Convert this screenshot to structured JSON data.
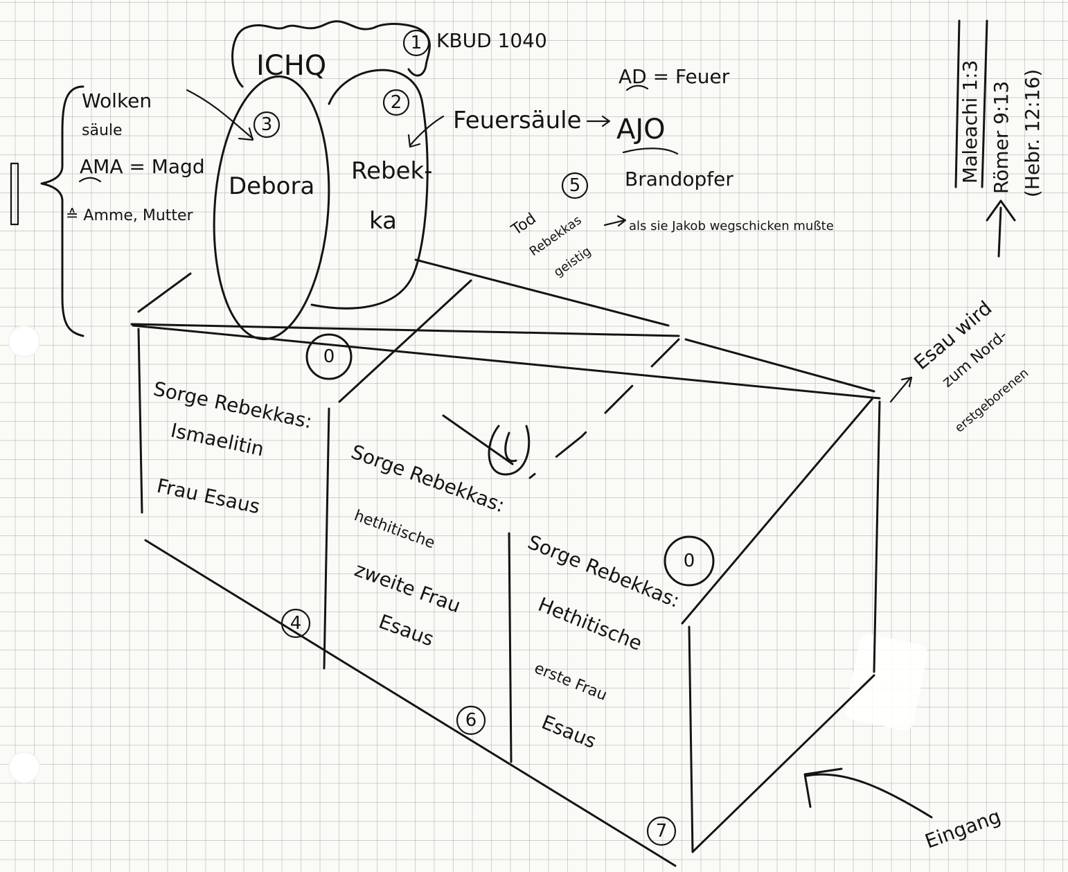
{
  "hut": {
    "label": "ICHQ",
    "note": "KBUD 1040"
  },
  "left_bracket": {
    "line1": "Wolken",
    "line2": "säule",
    "line3": "AMA = Magd",
    "line4": "≙ Amme, Mutter"
  },
  "ovals": {
    "left": "Debora",
    "right_1": "Rebek-",
    "right_2": "ka"
  },
  "fire": {
    "label": "Feuersäule",
    "top_note": "AD = Feuer",
    "word": "AJO",
    "bottom_note": "Brandopfer"
  },
  "death": {
    "line1": "Tod",
    "line2": "Rebekkas",
    "line3": "geistig",
    "note": "als sie Jakob wegschicken mußte"
  },
  "references": {
    "r1": "Maleachi 1:3",
    "r2": "Römer 9:13",
    "r3": "(Hebr. 12:16)"
  },
  "esau_note": {
    "line1": "Esau wird",
    "line2": "zum Nord-",
    "line3": "erstgeborenen"
  },
  "panels": {
    "p1": {
      "l1": "Sorge Rebekkas:",
      "l2": "Ismaelitin",
      "l3": "Frau Esaus"
    },
    "p2": {
      "l1": "Sorge Rebekkas:",
      "l2": "hethitische",
      "l3": "zweite Frau",
      "l4": "Esaus"
    },
    "p3": {
      "l1": "Sorge Rebekkas:",
      "l2": "Hethitische",
      "l3": "erste Frau",
      "l4": "Esaus"
    }
  },
  "numbers": {
    "n1": "1",
    "n2": "2",
    "n3": "3",
    "n4": "4",
    "n5": "5",
    "n6": "6",
    "n7": "7"
  },
  "symbols": {
    "zero1": "0",
    "zero2": "0"
  },
  "entrance": "Eingang"
}
